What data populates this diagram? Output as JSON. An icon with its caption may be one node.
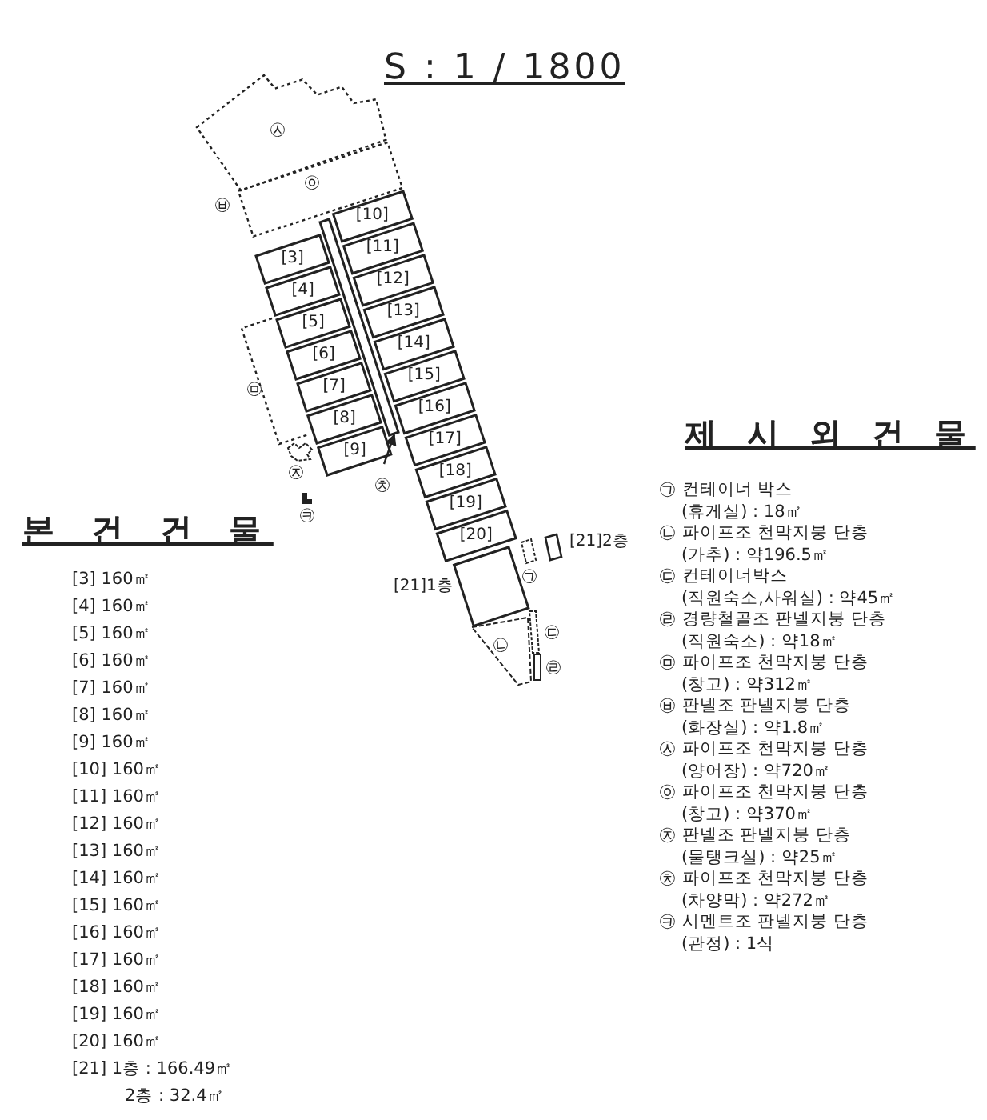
{
  "diagram": {
    "title": "S : 1 / 1800",
    "nodes": [
      {
        "text": [
          "㉦"
        ]
      },
      {
        "text": [
          "㉧"
        ]
      },
      {
        "text": [
          "㉥"
        ]
      },
      {
        "text": [
          "[3]"
        ]
      },
      {
        "text": [
          "[4]"
        ]
      },
      {
        "text": [
          "[5]"
        ]
      },
      {
        "text": [
          "[6]"
        ]
      },
      {
        "text": [
          "[7]"
        ]
      },
      {
        "text": [
          "[8]"
        ]
      },
      {
        "text": [
          "[9]"
        ]
      },
      {
        "text": [
          "[10]"
        ]
      },
      {
        "text": [
          "[11]"
        ]
      },
      {
        "text": [
          "[12]"
        ]
      },
      {
        "text": [
          "[13]"
        ]
      },
      {
        "text": [
          "[14]"
        ]
      },
      {
        "text": [
          "[15]"
        ]
      },
      {
        "text": [
          "[16]"
        ]
      },
      {
        "text": [
          "[17]"
        ]
      },
      {
        "text": [
          "[18]"
        ]
      },
      {
        "text": [
          "[19]"
        ]
      },
      {
        "text": [
          "[20]"
        ]
      },
      {
        "text": [
          "㉤"
        ]
      },
      {
        "text": [
          "㉨"
        ]
      },
      {
        "text": [],
        "shape": "box"
      },
      {
        "text": [
          "㉩"
        ]
      },
      {
        "text": [
          "㉪"
        ]
      },
      {
        "text": [
          "[21]1층"
        ]
      },
      {
        "text": [
          "[21]2층"
        ]
      },
      {
        "text": [
          "㉠"
        ]
      },
      {
        "text": [
          "㉡"
        ]
      },
      {
        "text": [
          "㉢"
        ]
      },
      {
        "text": [
          "㉣"
        ]
      }
    ],
    "edges": [
      {
        "from": 24,
        "to": 23,
        "arrow": "to"
      }
    ],
    "labels": [
      "제 시 외 건 물",
      "㉠ 컨테이너 박스 (휴게실) : 18㎡",
      "㉡ 파이프조 천막지붕 단층 (가추) : 약196.5㎡",
      "㉢ 컨테이너박스 (직원숙소,사워실) : 약45㎡",
      "㉣ 경량철골조 판넬지붕 단층 (직원숙소) : 약18㎡",
      "㉤ 파이프조 천막지붕 단층 (창고) : 약312㎡",
      "㉥ 판넬조 판넬지붕 단층 (화장실) : 약1.8㎡",
      "㉦ 파이프조 천막지붕 단층 (양어장) : 약720㎡",
      "㉧ 파이프조 천막지붕 단층 (창고) : 약370㎡",
      "㉨ 판넬조 판넬지붕 단층 (물탱크실) : 약25㎡",
      "㉩ 파이프조 천막지붕 단층 (차양막) : 약272㎡",
      "㉪ 시멘트조 판넬지붕 단층 (관정) : 1식",
      "본 건 건 물",
      "[3] 160㎡",
      "[4] 160㎡",
      "[5] 160㎡",
      "[6] 160㎡",
      "[7] 160㎡",
      "[8] 160㎡",
      "[9] 160㎡",
      "[10] 160㎡",
      "[11] 160㎡",
      "[12] 160㎡",
      "[13] 160㎡",
      "[14] 160㎡",
      "[15] 160㎡",
      "[16] 160㎡",
      "[17] 160㎡",
      "[18] 160㎡",
      "[19] 160㎡",
      "[20] 160㎡",
      "[21] 1층 : 166.49㎡",
      "2층 : 32.4㎡"
    ]
  }
}
